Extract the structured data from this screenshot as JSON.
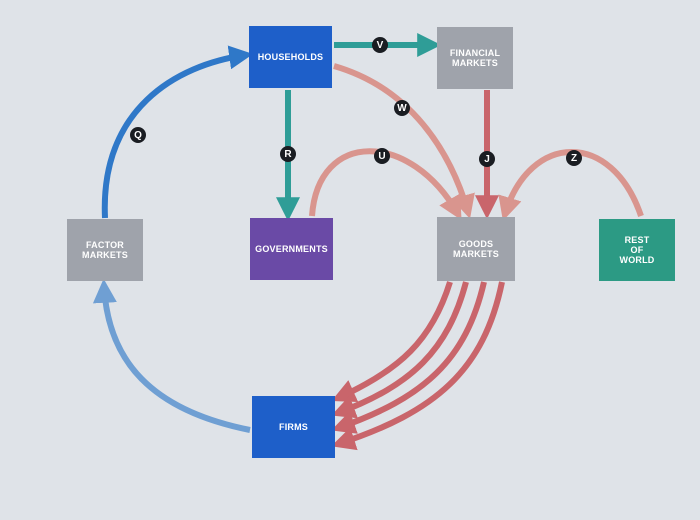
{
  "nodes": {
    "households": {
      "label": "HOUSEHOLDS",
      "color": "#1e5fc9"
    },
    "financial_markets": {
      "label": "FINANCIAL\nMARKETS",
      "color": "#9fa3ab"
    },
    "governments": {
      "label": "GOVERNMENTS",
      "color": "#6a4aa6"
    },
    "goods_markets": {
      "label": "GOODS\nMARKETS",
      "color": "#9fa3ab"
    },
    "factor_markets": {
      "label": "FACTOR\nMARKETS",
      "color": "#9fa3ab"
    },
    "rest_of_world": {
      "label": "REST\nOF\nWORLD",
      "color": "#2c9a84"
    },
    "firms": {
      "label": "FIRMS",
      "color": "#1e5fc9"
    }
  },
  "flow_labels": {
    "v": "V",
    "w": "W",
    "r": "R",
    "u": "U",
    "j": "J",
    "z": "Z",
    "q": "Q"
  },
  "colors": {
    "background": "#dfe3e8",
    "teal_flow": "#2f9d97",
    "blue_flow": "#2f78c8",
    "light_blue_flow": "#6f9fd3",
    "salmon_flow": "#d9958e",
    "red_flow": "#c9656b"
  }
}
